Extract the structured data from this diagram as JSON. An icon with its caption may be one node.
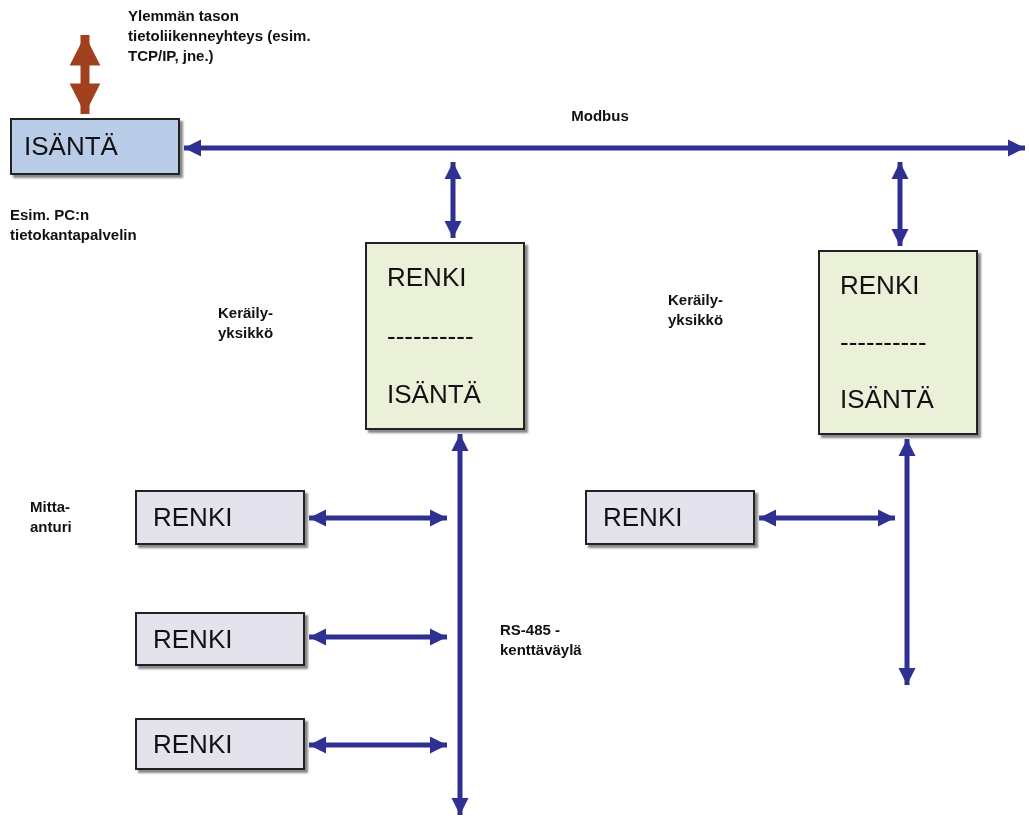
{
  "diagram": {
    "nodes": [
      {
        "text": [
          "ISÄNTÄ"
        ],
        "beside": [
          "Esim. PC:n tietokantapalvelin"
        ]
      },
      {
        "text": [
          "RENKI",
          "----------",
          "ISÄNTÄ"
        ]
      },
      {
        "text": [
          "RENKI",
          "----------",
          "ISÄNTÄ"
        ]
      },
      {
        "text": [
          "RENKI"
        ]
      },
      {
        "text": [
          "RENKI"
        ]
      },
      {
        "text": [
          "RENKI"
        ]
      },
      {
        "text": [
          "RENKI"
        ]
      }
    ],
    "edges": [
      {
        "from": 0,
        "to": null,
        "arrow": "both",
        "label": "Ylemmän tason tietoliikenneyhteys (esim. TCP/IP, jne.)",
        "style": "thick",
        "color": "#a0401e"
      },
      {
        "from": 0,
        "to": null,
        "arrow": "both",
        "label": "Modbus"
      },
      {
        "from": null,
        "to": 1,
        "arrow": "both"
      },
      {
        "from": null,
        "to": 2,
        "arrow": "both"
      },
      {
        "from": 1,
        "to": null,
        "arrow": "both",
        "label": "RS-485 - kenttäväylä"
      },
      {
        "from": 2,
        "to": null,
        "arrow": "both"
      },
      {
        "from": 3,
        "to": null,
        "arrow": "both"
      },
      {
        "from": 5,
        "to": null,
        "arrow": "both"
      },
      {
        "from": 6,
        "to": null,
        "arrow": "both"
      },
      {
        "from": 4,
        "to": null,
        "arrow": "both"
      }
    ],
    "labels": [
      "Keräily- yksikkö",
      "Keräily- yksikkö",
      "Mitta- anturi"
    ]
  }
}
